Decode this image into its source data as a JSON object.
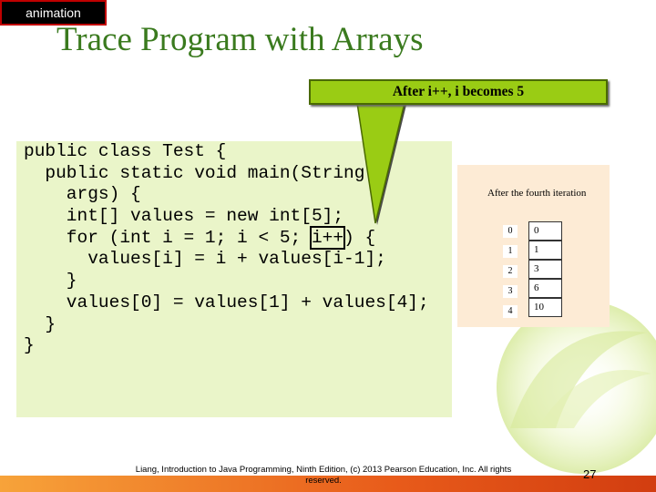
{
  "animation_label": "animation",
  "title": "Trace Program with Arrays",
  "callout": "After i++, i becomes 5",
  "code": {
    "lines": [
      "public class Test {",
      "  public static void main(String[]",
      "    args) {",
      "    int[] values = new int[5];",
      "    for (int i = 1; i < 5; ",
      "      values[i] = i + values[i-1];",
      "    }",
      "    values[0] = values[1] + values[4];",
      "  }",
      "}"
    ],
    "highlight": "i++",
    "after_highlight": ") {"
  },
  "array_panel": {
    "caption": "After the fourth iteration",
    "indices": [
      "0",
      "1",
      "2",
      "3",
      "4"
    ],
    "values": [
      "0",
      "1",
      "3",
      "6",
      "10"
    ]
  },
  "footer": "Liang, Introduction to Java Programming, Ninth Edition, (c) 2013 Pearson Education, Inc. All rights reserved.",
  "page_number": "27",
  "colors": {
    "title": "#3a7a1e",
    "code_background": "#eaf5c9",
    "callout": "#9acc14",
    "panel_background": "#fdebd5"
  }
}
